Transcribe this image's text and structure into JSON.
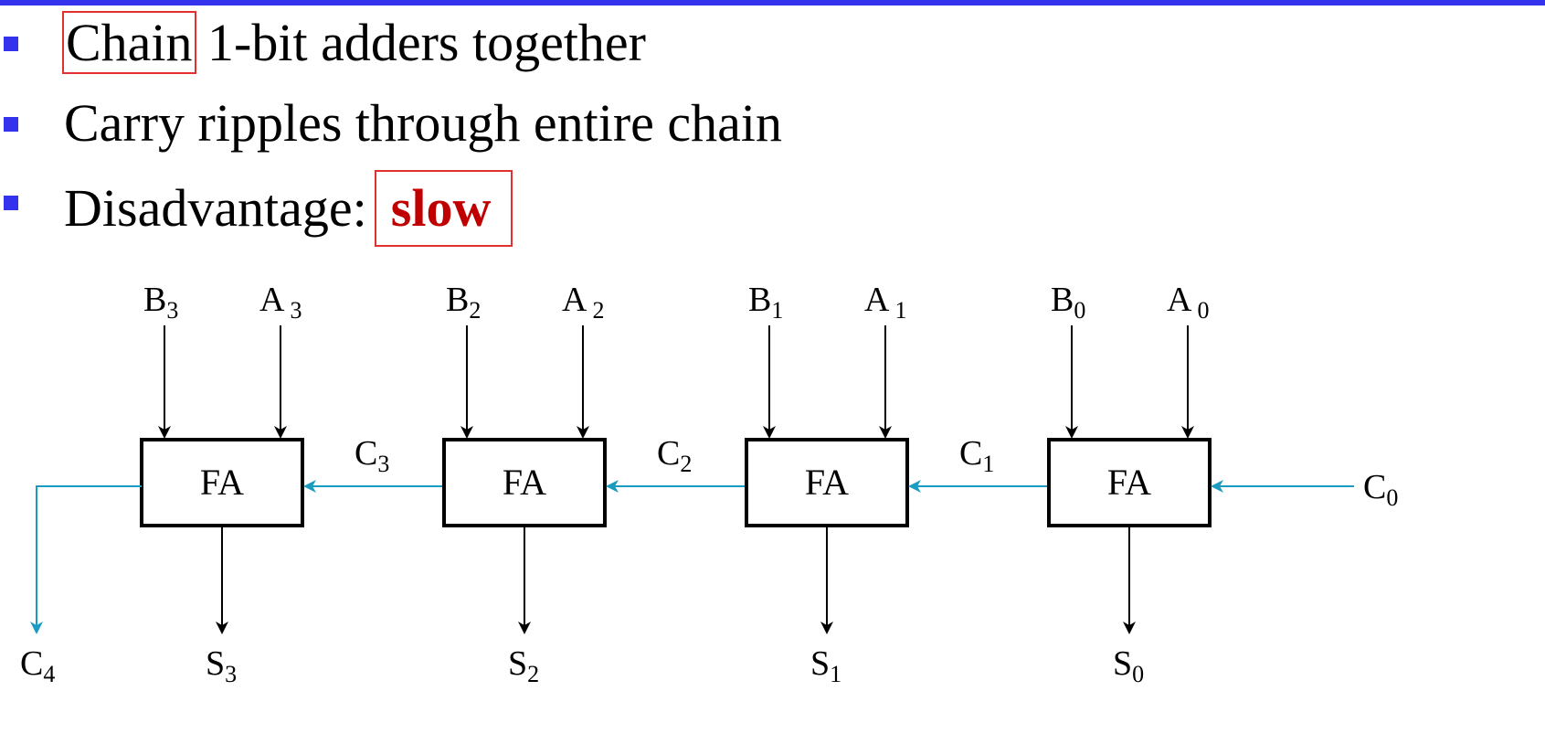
{
  "bullets": [
    {
      "boxed_word": "Chain",
      "rest": " 1-bit adders together"
    },
    {
      "text": "Carry ripples through entire chain"
    },
    {
      "prefix": "Disadvantage:",
      "highlight": "slow"
    }
  ],
  "diagram": {
    "blocks": [
      {
        "label": "FA",
        "b": "B",
        "a": "A",
        "sub": "3",
        "sum": "S",
        "sum_sub": "3",
        "carry_in": "C",
        "carry_in_sub": "3"
      },
      {
        "label": "FA",
        "b": "B",
        "a": "A",
        "sub": "2",
        "sum": "S",
        "sum_sub": "2",
        "carry_in": "C",
        "carry_in_sub": "2"
      },
      {
        "label": "FA",
        "b": "B",
        "a": "A",
        "sub": "1",
        "sum": "S",
        "sum_sub": "1",
        "carry_in": "C",
        "carry_in_sub": "1"
      },
      {
        "label": "FA",
        "b": "B",
        "a": "A",
        "sub": "0",
        "sum": "S",
        "sum_sub": "0",
        "carry_in": "C",
        "carry_in_sub": "0"
      }
    ],
    "carry_out": {
      "name": "C",
      "sub": "4"
    },
    "colors": {
      "carry_line": "#1a9cc0",
      "signal_line": "#000000",
      "highlight": "#c00000",
      "box_outline": "#e03030",
      "bullet": "#3333ee"
    }
  }
}
